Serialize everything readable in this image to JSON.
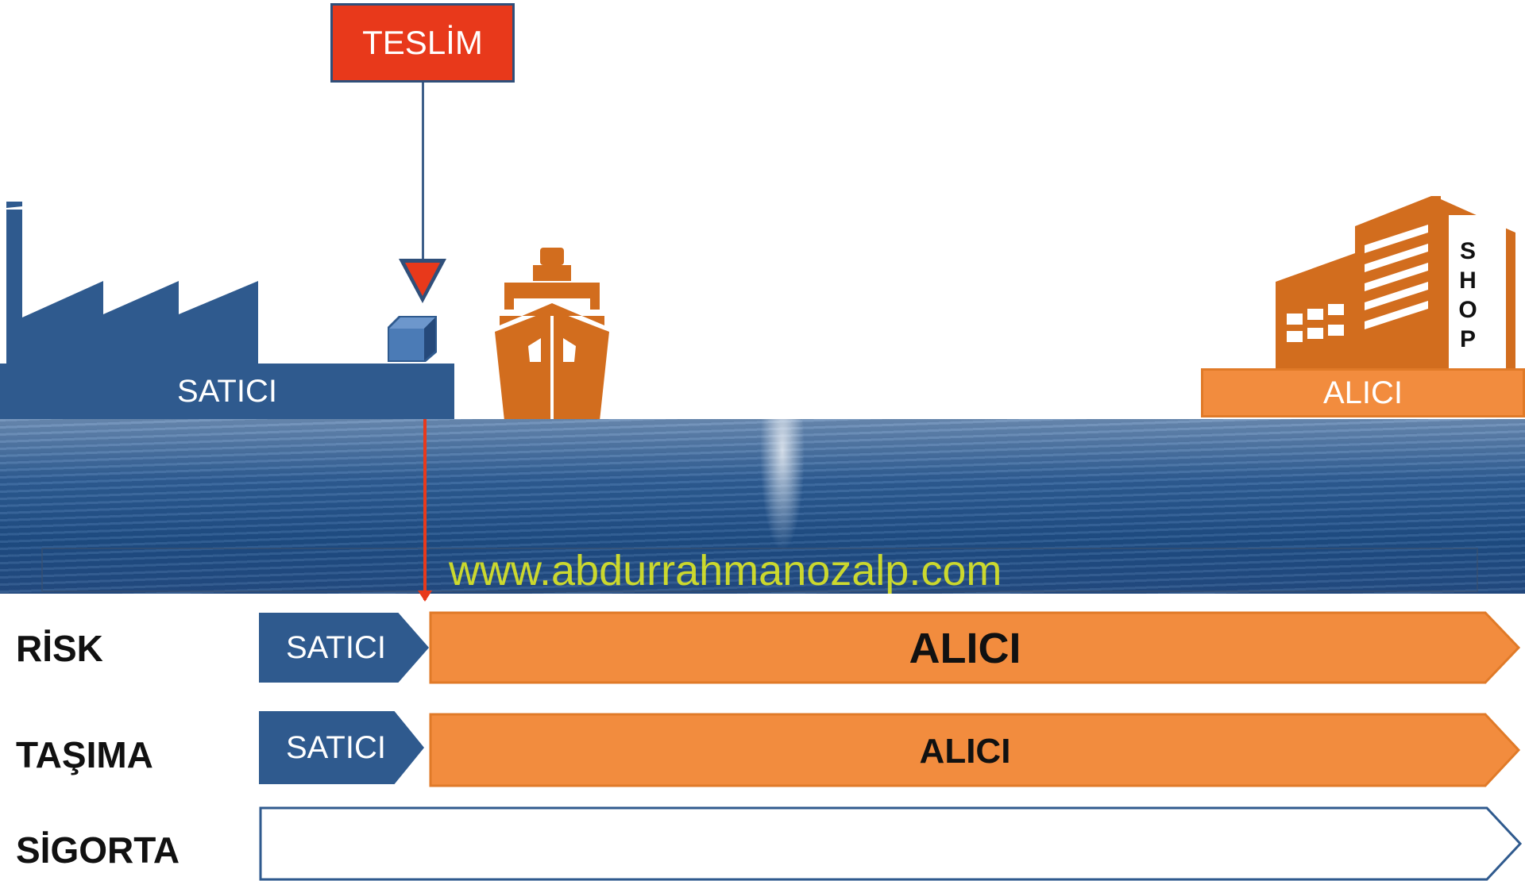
{
  "delivery": {
    "label": "TESLİM"
  },
  "seller": {
    "platform_label": "SATICI"
  },
  "buyer": {
    "platform_label": "ALICI",
    "shop_letters": [
      "S",
      "H",
      "O",
      "P"
    ]
  },
  "watermark": "www.abdurrahmanozalp.com",
  "rows": [
    {
      "label": "RİSK",
      "seller_label": "SATICI",
      "buyer_label": "ALICI"
    },
    {
      "label": "TAŞIMA",
      "seller_label": "SATICI",
      "buyer_label": "ALICI"
    },
    {
      "label": "SİGORTA"
    }
  ],
  "colors": {
    "seller": "#2f5a8e",
    "buyer": "#f28c3e",
    "delivery": "#e8391b"
  }
}
